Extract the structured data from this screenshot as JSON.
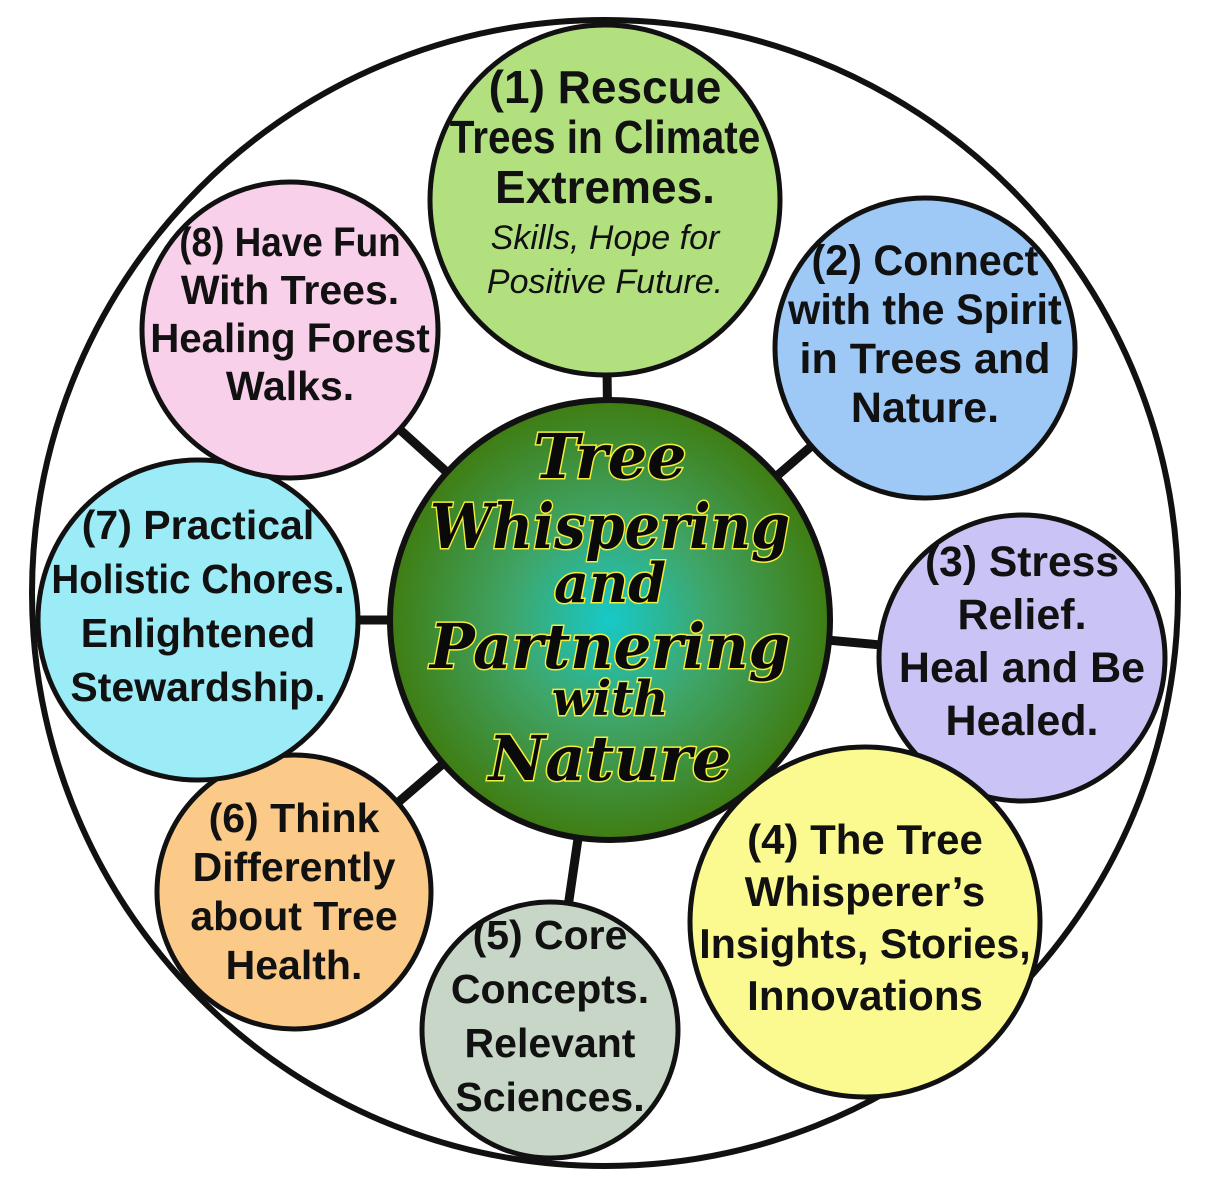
{
  "center": {
    "lines": [
      "Tree",
      "Whispering",
      "and",
      "Partnering",
      "with",
      "Nature"
    ],
    "color_center": "#17c9c9",
    "color_edge": "#3f7d12",
    "text_highlight": "#f4ee3a"
  },
  "nodes": [
    {
      "id": "node-1",
      "bold_lines": [
        "(1) Rescue",
        "Trees in Climate",
        "Extremes."
      ],
      "italic_lines": [
        "Skills, Hope for",
        "Positive Future."
      ],
      "color": "#b2e07f"
    },
    {
      "id": "node-2",
      "bold_lines": [
        "(2) Connect",
        "with the Spirit",
        "in Trees and",
        "Nature."
      ],
      "italic_lines": [],
      "color": "#9ec9f7"
    },
    {
      "id": "node-3",
      "bold_lines": [
        "(3) Stress",
        "Relief.",
        "Heal and Be",
        "Healed."
      ],
      "italic_lines": [],
      "color": "#cac3f6"
    },
    {
      "id": "node-4",
      "bold_lines": [
        "(4) The Tree",
        "Whisperer’s",
        "Insights, Stories,",
        "Innovations"
      ],
      "italic_lines": [],
      "color": "#fafa90"
    },
    {
      "id": "node-5",
      "bold_lines": [
        "(5) Core",
        "Concepts.",
        "Relevant",
        "Sciences."
      ],
      "italic_lines": [],
      "color": "#c8d6c8"
    },
    {
      "id": "node-6",
      "bold_lines": [
        "(6) Think",
        "Differently",
        "about Tree",
        "Health."
      ],
      "italic_lines": [],
      "color": "#fbca88"
    },
    {
      "id": "node-7",
      "bold_lines": [
        "(7) Practical",
        "Holistic Chores.",
        "Enlightened",
        "Stewardship."
      ],
      "italic_lines": [],
      "color": "#9cecf8"
    },
    {
      "id": "node-8",
      "bold_lines": [
        "(8) Have Fun",
        "With Trees.",
        "Healing Forest",
        "Walks."
      ],
      "italic_lines": [],
      "color": "#f8d0ea"
    }
  ]
}
